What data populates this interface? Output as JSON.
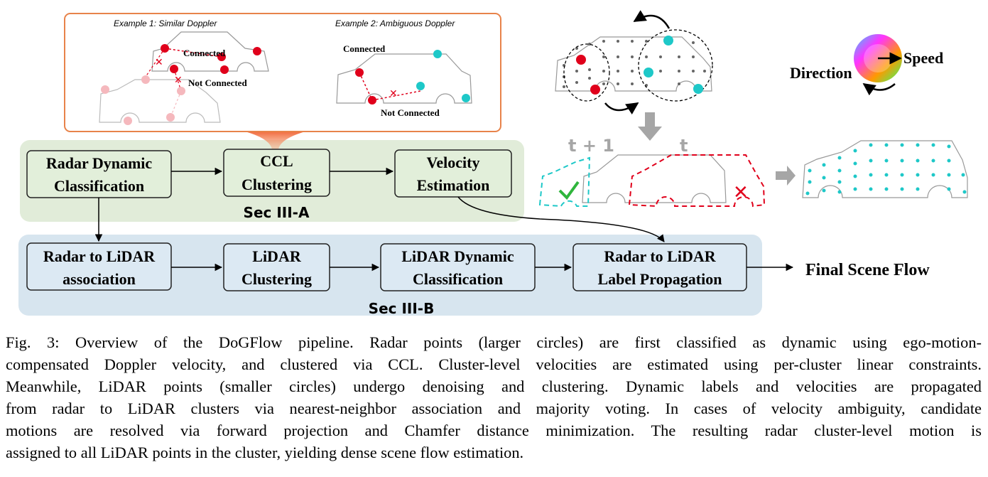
{
  "figure": {
    "example1_title": "Example 1: Similar Doppler",
    "example2_title": "Example 2: Ambiguous Doppler",
    "ex1_connected": "Connected",
    "ex1_not_connected": "Not  Connected",
    "ex2_connected": "Connected",
    "ex2_not_connected": "Not  Connected",
    "box_radar_dynamic_1": "Radar Dynamic",
    "box_radar_dynamic_2": "Classification",
    "box_ccl_1": "CCL",
    "box_ccl_2": "Clustering",
    "box_velocity_1": "Velocity",
    "box_velocity_2": "Estimation",
    "sec_a": "Sec III-A",
    "box_r2l_assoc_1": "Radar to LiDAR",
    "box_r2l_assoc_2": "association",
    "box_lidar_clust_1": "LiDAR",
    "box_lidar_clust_2": "Clustering",
    "box_lidar_dyn_1": "LiDAR Dynamic",
    "box_lidar_dyn_2": "Classification",
    "box_label_prop_1": "Radar to LiDAR",
    "box_label_prop_2": "Label Propagation",
    "sec_b": "Sec III-B",
    "final_output": "Final Scene Flow",
    "legend_speed": "Speed",
    "legend_direction": "Direction",
    "time_t1": "t + 1",
    "time_t": "t",
    "colors": {
      "orange_border": "#e8834a",
      "green_panel": "#e1ecd9",
      "blue_panel": "#d7e5ef",
      "green_box": "#e2efda",
      "blue_box": "#dce9f3",
      "radar_red": "#e0001b",
      "radar_cyan": "#1ec8c8",
      "faded_red": "#f5b8bd"
    }
  },
  "caption": {
    "lines": [
      "Fig. 3: Overview of the DoGFlow pipeline. Radar points (larger circles) are first classified as dynamic using ego-motion-",
      "compensated Doppler velocity, and clustered via CCL. Cluster-level velocities are estimated using per-cluster linear constraints.",
      "Meanwhile, LiDAR points (smaller circles) undergo denoising and clustering. Dynamic labels and velocities are propagated",
      "from radar to LiDAR clusters via nearest-neighbor association and majority voting. In cases of velocity ambiguity, candidate",
      "motions are resolved via forward projection and Chamfer distance minimization. The resulting radar cluster-level motion is",
      "assigned to all LiDAR points in the cluster, yielding dense scene flow estimation."
    ]
  }
}
